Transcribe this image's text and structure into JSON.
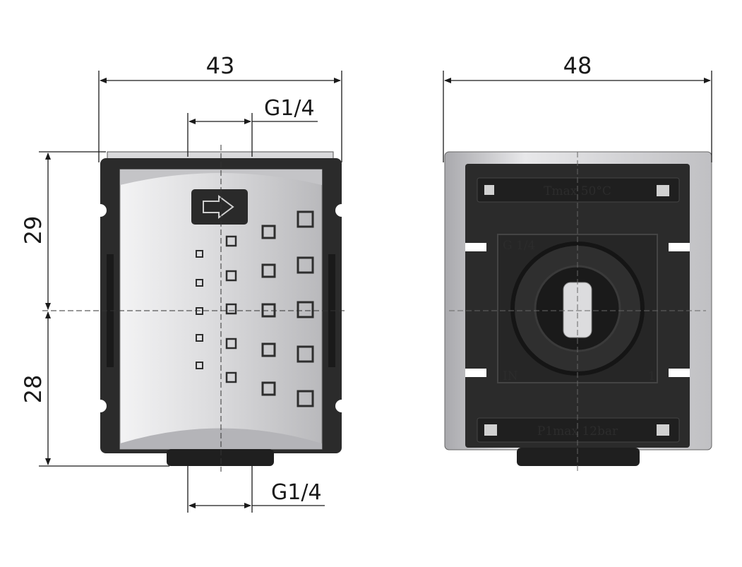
{
  "dimensions": {
    "front_width": "43",
    "side_width": "48",
    "port_top": "G1/4",
    "port_bottom": "G1/4",
    "upper_height": "29",
    "lower_height": "28"
  },
  "markings": {
    "tmax": "Tmax 50°C",
    "p1max": "P1max 12bar",
    "port_label": "G 1/4",
    "in_label": "IN",
    "out_label": "1"
  },
  "colors": {
    "body_black": "#2b2b2b",
    "body_grey": "#c9c9cb",
    "line": "#222222"
  }
}
